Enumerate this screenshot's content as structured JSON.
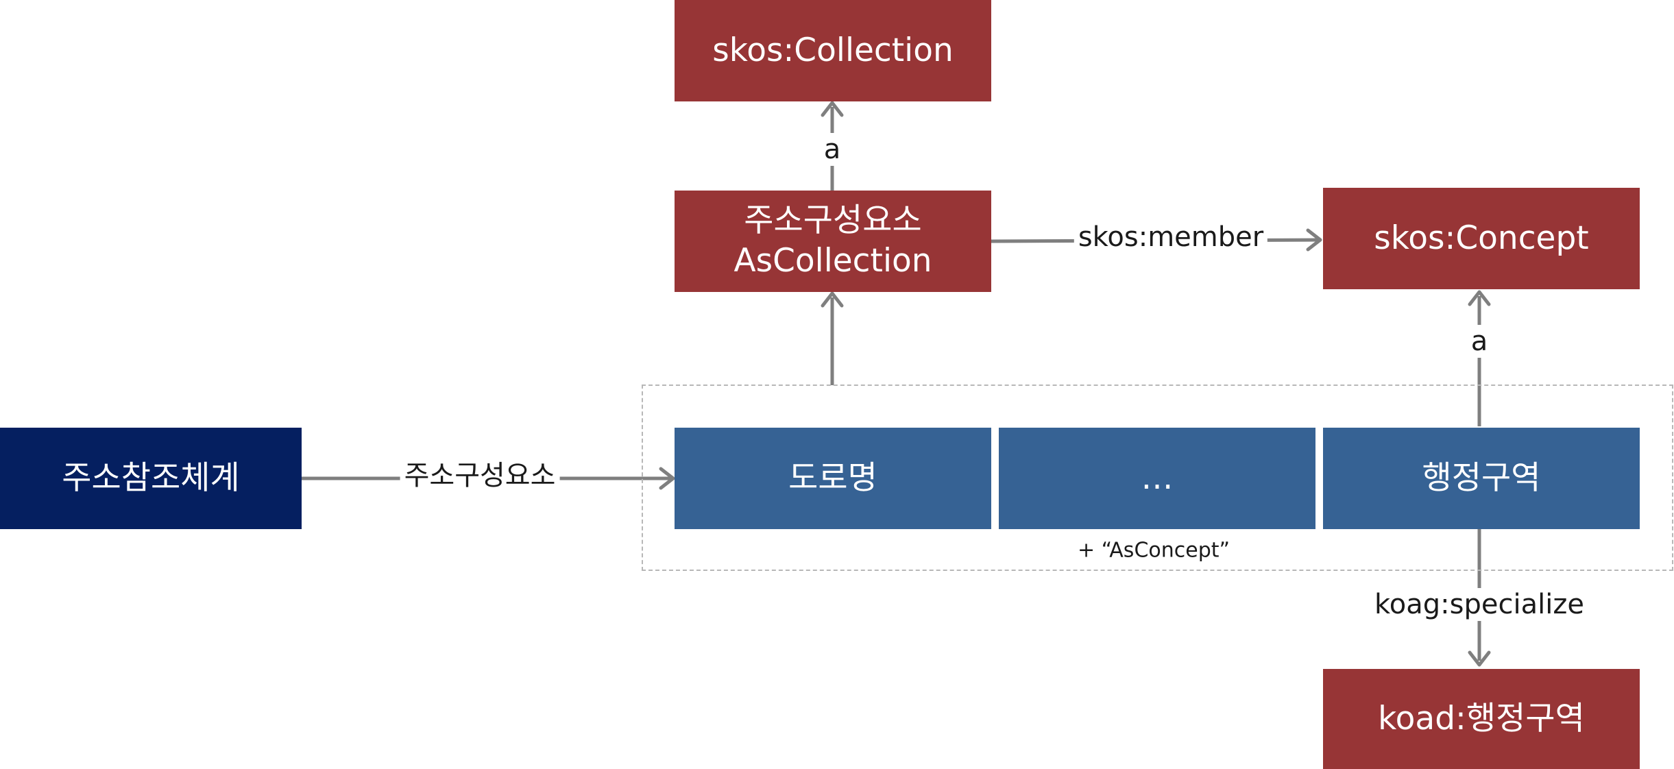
{
  "colors": {
    "class_box": "#973536",
    "component_box": "#366294",
    "root_box": "#051f60",
    "arrow": "#7f7f7f",
    "group_border": "#b7b7b7"
  },
  "nodes": {
    "skos_collection": "skos:Collection",
    "component_collection_line1": "주소구성요소",
    "component_collection_line2": "AsCollection",
    "skos_concept": "skos:Concept",
    "address_reference_system": "주소참조체계",
    "road_name": "도로명",
    "ellipsis": "…",
    "admin_district": "행정구역",
    "koad_admin_district": "koad:행정구역"
  },
  "edges": {
    "collection_a": "a",
    "member": "skos:member",
    "concept_a": "a",
    "components": "주소구성요소",
    "specialize": "koag:specialize"
  },
  "group_note": "+ “AsConcept”"
}
